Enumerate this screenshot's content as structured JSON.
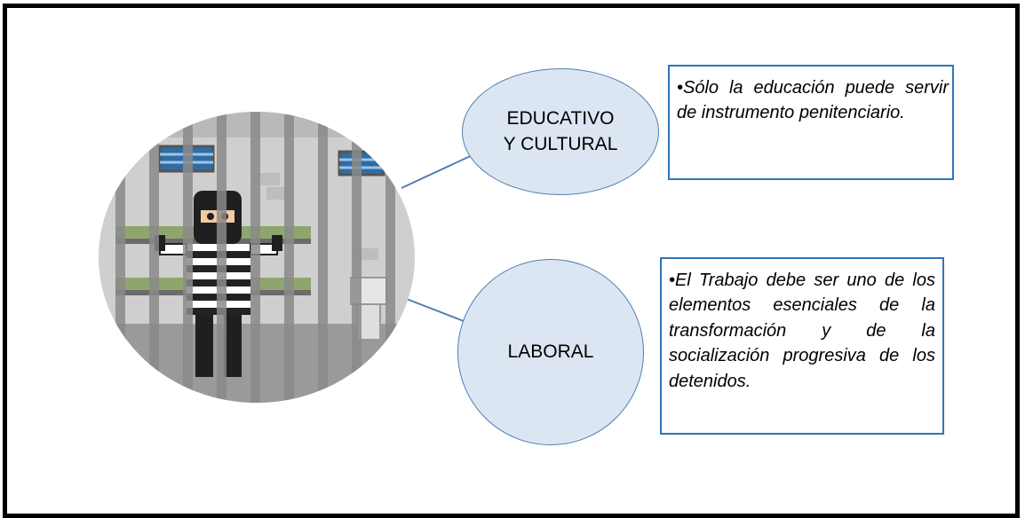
{
  "nodes": [
    {
      "label_line1": "EDUCATIVO",
      "label_line2": "Y CULTURAL"
    },
    {
      "label": "LABORAL"
    }
  ],
  "notes": [
    {
      "text": "•Sólo la educación puede servir de instrumento penitenciario."
    },
    {
      "text": "•El Trabajo debe ser uno de los elementos esenciales de la transformación y de la socialización progresiva de los detenidos."
    }
  ],
  "colors": {
    "bubble_fill": "#dce6f2",
    "bubble_border": "#4f7fb5",
    "note_border": "#2e75b6",
    "connector": "#4f7fb5",
    "frame": "#000000"
  },
  "illustration": {
    "subject": "prisoner-behind-bars"
  }
}
